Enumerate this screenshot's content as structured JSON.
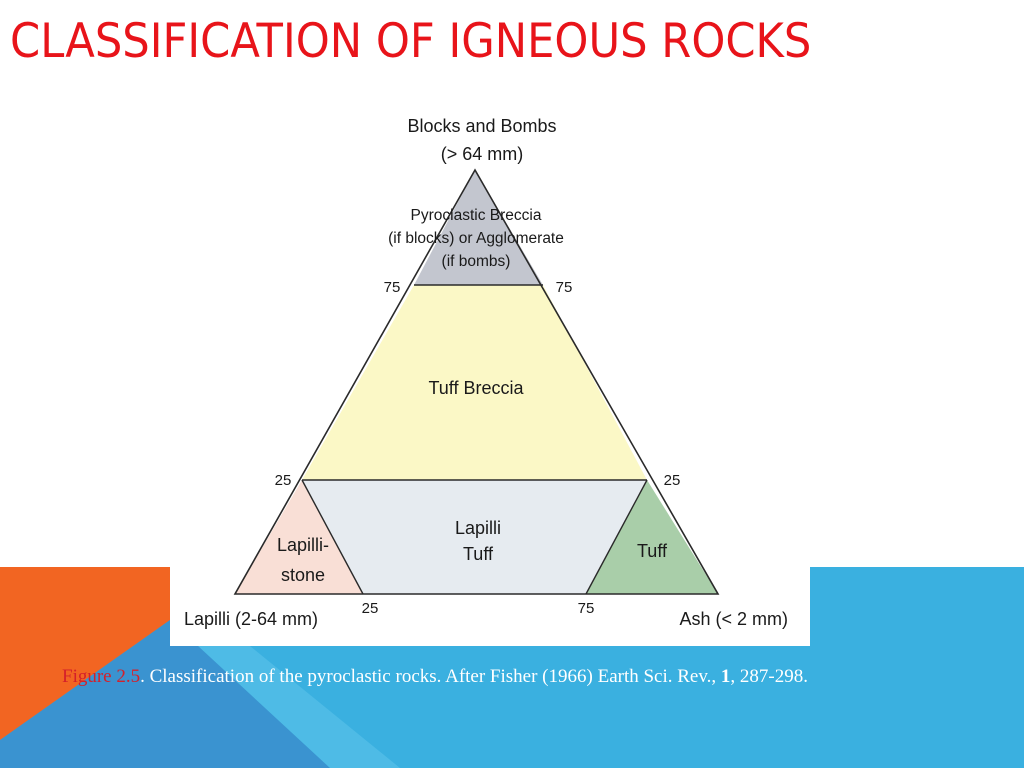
{
  "slide": {
    "title": "CLASSIFICATION OF IGNEOUS ROCKS"
  },
  "colors": {
    "title": "#e8141a",
    "orange": "#f26522",
    "blue": "#3ab0e0",
    "dark_blue": "#3a7cc2",
    "breccia_zone": "#c3c6cf",
    "tuff_breccia_zone": "#fbf8c6",
    "lapilli_tuff_zone": "#e6ebf0",
    "lapilli_stone_zone": "#f9dfd6",
    "tuff_zone": "#a9cea9"
  },
  "diagram": {
    "apex_top": {
      "line1": "Blocks and Bombs",
      "line2": "(> 64 mm)"
    },
    "apex_left": "Lapilli (2-64 mm)",
    "apex_right": "Ash (< 2 mm)",
    "zones": {
      "pyroclastic_breccia": {
        "line1": "Pyroclastic Breccia",
        "line2": "(if blocks) or Agglomerate",
        "line3": "(if bombs)"
      },
      "tuff_breccia": "Tuff Breccia",
      "lapilli_tuff": {
        "line1": "Lapilli",
        "line2": "Tuff"
      },
      "lapillistone": {
        "line1": "Lapilli-",
        "line2": "stone"
      },
      "tuff": "Tuff"
    },
    "ticks": {
      "left_75": "75",
      "right_75": "75",
      "left_25": "25",
      "right_25": "25",
      "bottom_25": "25",
      "bottom_75": "75"
    }
  },
  "caption": {
    "figure_ref": "Figure 2.5",
    "text_1": ". Classification of the pyroclastic rocks. After Fisher (1966) Earth Sci. Rev., ",
    "volume": "1",
    "text_2": ", 287-298."
  }
}
